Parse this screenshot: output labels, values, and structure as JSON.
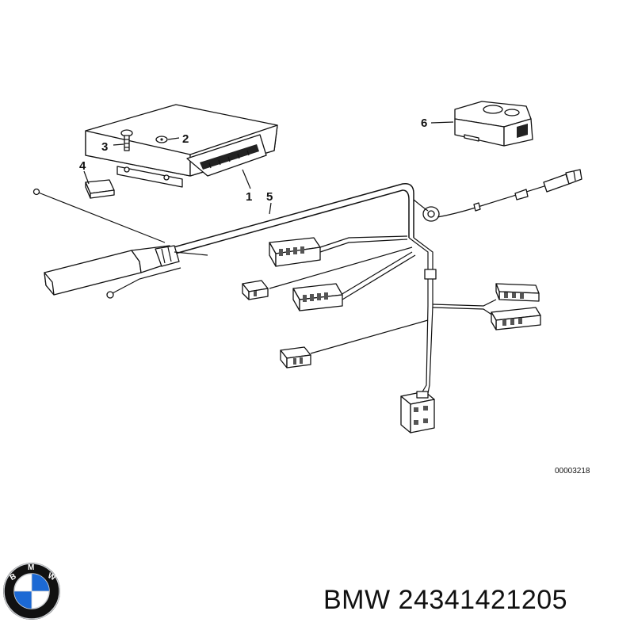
{
  "callouts": [
    "1",
    "2",
    "3",
    "4",
    "5",
    "6"
  ],
  "drawing_number": "00003218",
  "brand": "BMW",
  "part_number": "24341421205",
  "logo": {
    "text": "BMW",
    "colors": {
      "ring": "#111111",
      "blue": "#1c69d4",
      "white": "#ffffff",
      "silver": "#cfd2d6"
    }
  }
}
